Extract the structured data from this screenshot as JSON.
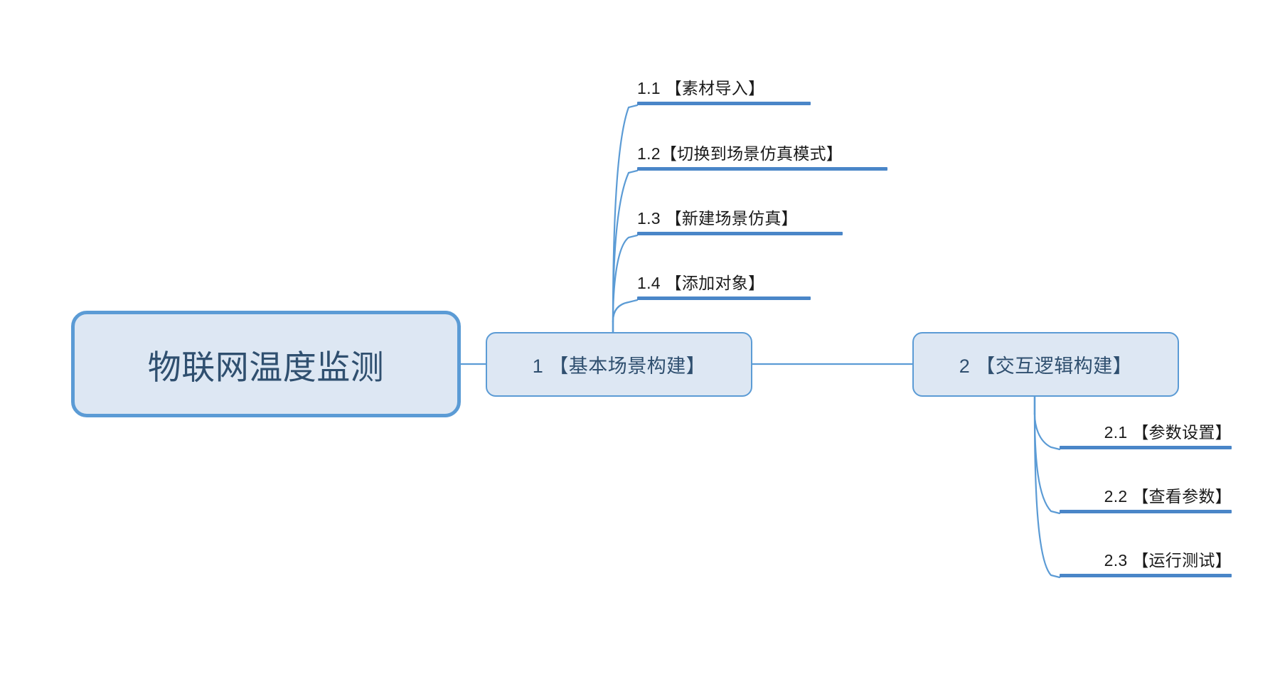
{
  "diagram": {
    "type": "mind-map",
    "title": "物联网温度监测",
    "root": {
      "label": "物联网温度监测"
    },
    "branches": [
      {
        "id": "1",
        "label": "1 【基本场景构建】",
        "side": "above",
        "children": [
          {
            "id": "1.1",
            "label": "1.1 【素材导入】"
          },
          {
            "id": "1.2",
            "label": "1.2【切换到场景仿真模式】"
          },
          {
            "id": "1.3",
            "label": "1.3 【新建场景仿真】"
          },
          {
            "id": "1.4",
            "label": "1.4 【添加对象】"
          }
        ]
      },
      {
        "id": "2",
        "label": "2 【交互逻辑构建】",
        "side": "below",
        "children": [
          {
            "id": "2.1",
            "label": "2.1 【参数设置】"
          },
          {
            "id": "2.2",
            "label": "2.2 【查看参数】"
          },
          {
            "id": "2.3",
            "label": "2.3 【运行测试】"
          }
        ]
      }
    ],
    "colors": {
      "node_fill": "#dde7f3",
      "node_border": "#5b9bd5",
      "node_text": "#2f4f6f",
      "leaf_bar": "#4a86c8",
      "leaf_text": "#1a1a1a",
      "connector": "#5b9bd5",
      "background": "#ffffff"
    }
  }
}
